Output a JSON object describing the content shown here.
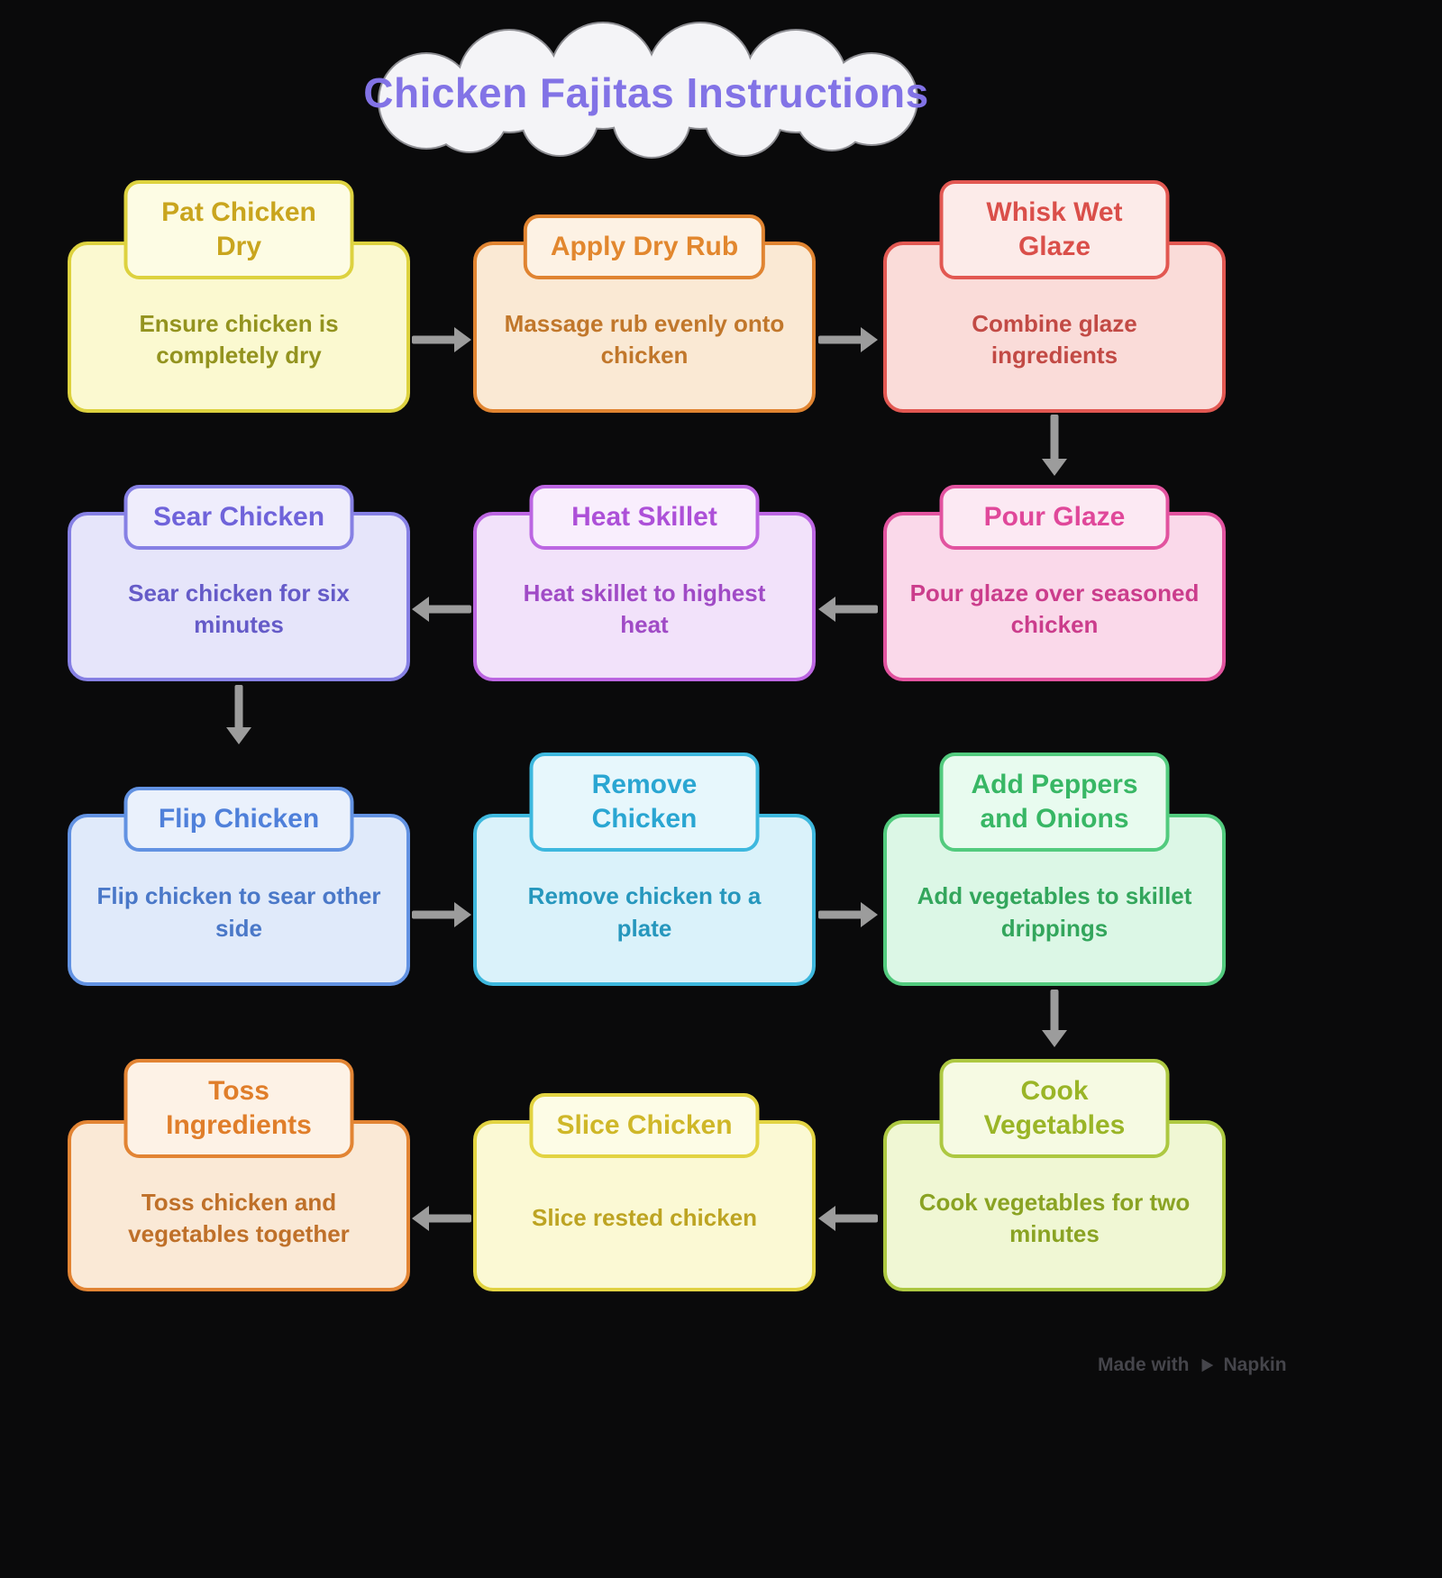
{
  "title": "Chicken Fajitas Instructions",
  "canvas": {
    "background": "#0a0a0b",
    "arrow_color": "#9c9c9c",
    "cloud_fill": "#f4f4f7",
    "cloud_stroke": "#8d8d92",
    "title_color": "#8273e6",
    "watermark_color": "#45454b"
  },
  "nodes": [
    {
      "id": "pat-chicken-dry",
      "title": "Pat Chicken\nDry",
      "desc": "Ensure chicken is\ncompletely dry",
      "colors": {
        "border": "#ddd23f",
        "tab": "#fdfce4",
        "body": "#fbf9d0",
        "title": "#c9a51e",
        "desc": "#93931f"
      }
    },
    {
      "id": "apply-dry-rub",
      "title": "Apply Dry Rub",
      "desc": "Massage rub evenly onto\nchicken",
      "colors": {
        "border": "#e08431",
        "tab": "#fdf2e4",
        "body": "#fae9d4",
        "title": "#e2872e",
        "desc": "#c1772b"
      }
    },
    {
      "id": "whisk-wet-glaze",
      "title": "Whisk Wet\nGlaze",
      "desc": "Combine glaze ingredients",
      "colors": {
        "border": "#e25852",
        "tab": "#fcebe9",
        "body": "#fadcd9",
        "title": "#da4f4a",
        "desc": "#c24a45"
      }
    },
    {
      "id": "pour-glaze",
      "title": "Pour Glaze",
      "desc": "Pour glaze over seasoned\nchicken",
      "colors": {
        "border": "#e2539f",
        "tab": "#fce9f3",
        "body": "#fad9ea",
        "title": "#e0489a",
        "desc": "#cb3d8c"
      }
    },
    {
      "id": "heat-skillet",
      "title": "Heat Skillet",
      "desc": "Heat skillet to highest\nheat",
      "colors": {
        "border": "#bc66e2",
        "tab": "#f9eefd",
        "body": "#f2e2fa",
        "title": "#ad50d8",
        "desc": "#a04bc6"
      }
    },
    {
      "id": "sear-chicken",
      "title": "Sear Chicken",
      "desc": "Sear chicken for six\nminutes",
      "colors": {
        "border": "#8680e4",
        "tab": "#efedfc",
        "body": "#e6e5fa",
        "title": "#6f63da",
        "desc": "#655bc8"
      }
    },
    {
      "id": "flip-chicken",
      "title": "Flip Chicken",
      "desc": "Flip chicken to sear other\nside",
      "colors": {
        "border": "#6292e2",
        "tab": "#eaf1fc",
        "body": "#e0eafa",
        "title": "#4f80da",
        "desc": "#4a78c8"
      }
    },
    {
      "id": "remove-chicken",
      "title": "Remove\nChicken",
      "desc": "Remove chicken to a plate",
      "colors": {
        "border": "#3eb8de",
        "tab": "#e7f7fc",
        "body": "#daf2fa",
        "title": "#2aa6d2",
        "desc": "#2697bd"
      }
    },
    {
      "id": "add-peppers-and-onions",
      "title": "Add Peppers\nand Onions",
      "desc": "Add vegetables to skillet\ndrippings",
      "colors": {
        "border": "#52cb7e",
        "tab": "#e8fbef",
        "body": "#dcf7e6",
        "title": "#38b765",
        "desc": "#33a65c"
      }
    },
    {
      "id": "cook-vegetables",
      "title": "Cook\nVegetables",
      "desc": "Cook vegetables for two\nminutes",
      "colors": {
        "border": "#adc841",
        "tab": "#f6fae3",
        "body": "#f0f7d4",
        "title": "#9ab527",
        "desc": "#8aa323"
      }
    },
    {
      "id": "slice-chicken",
      "title": "Slice Chicken",
      "desc": "Slice rested chicken",
      "colors": {
        "border": "#e2d342",
        "tab": "#fdfce6",
        "body": "#fbf9d4",
        "title": "#cfb728",
        "desc": "#bda422"
      }
    },
    {
      "id": "toss-ingredients",
      "title": "Toss\nIngredients",
      "desc": "Toss chicken and\nvegetables together",
      "colors": {
        "border": "#e28433",
        "tab": "#fdf2e6",
        "body": "#fae9d6",
        "title": "#e07e2a",
        "desc": "#bf7029"
      }
    }
  ],
  "arrows": [
    {
      "from": "pat-chicken-dry",
      "to": "apply-dry-rub",
      "direction": "right"
    },
    {
      "from": "apply-dry-rub",
      "to": "whisk-wet-glaze",
      "direction": "right"
    },
    {
      "from": "whisk-wet-glaze",
      "to": "pour-glaze",
      "direction": "down"
    },
    {
      "from": "pour-glaze",
      "to": "heat-skillet",
      "direction": "left"
    },
    {
      "from": "heat-skillet",
      "to": "sear-chicken",
      "direction": "left"
    },
    {
      "from": "sear-chicken",
      "to": "flip-chicken",
      "direction": "down"
    },
    {
      "from": "flip-chicken",
      "to": "remove-chicken",
      "direction": "right"
    },
    {
      "from": "remove-chicken",
      "to": "add-peppers-and-onions",
      "direction": "right"
    },
    {
      "from": "add-peppers-and-onions",
      "to": "cook-vegetables",
      "direction": "down"
    },
    {
      "from": "cook-vegetables",
      "to": "slice-chicken",
      "direction": "left"
    },
    {
      "from": "slice-chicken",
      "to": "toss-ingredients",
      "direction": "left"
    }
  ],
  "watermark": {
    "prefix": "Made with",
    "brand": "Napkin"
  }
}
